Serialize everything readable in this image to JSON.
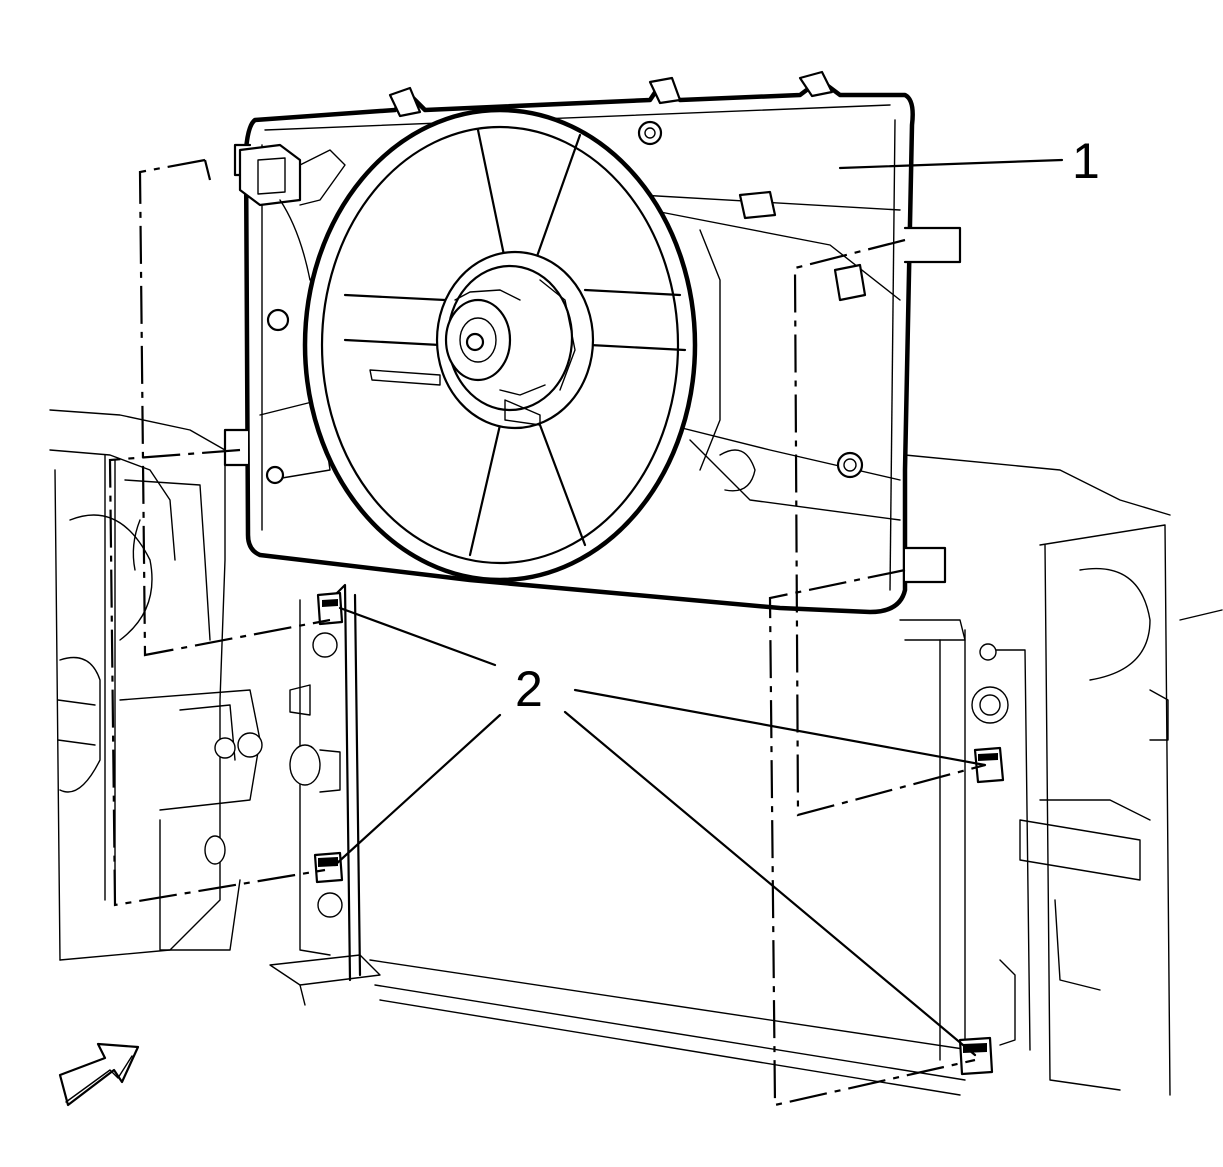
{
  "figure": {
    "callouts": [
      {
        "id": "callout-1",
        "text": "1"
      },
      {
        "id": "callout-2",
        "text": "2"
      }
    ],
    "parts": {
      "fan_shroud": "fan-shroud-assembly",
      "retainers": "shroud-retainer-clips"
    },
    "icons": {
      "direction_arrow": "front-of-vehicle-arrow-icon"
    },
    "colors": {
      "line": "#000000",
      "background": "#ffffff"
    }
  }
}
